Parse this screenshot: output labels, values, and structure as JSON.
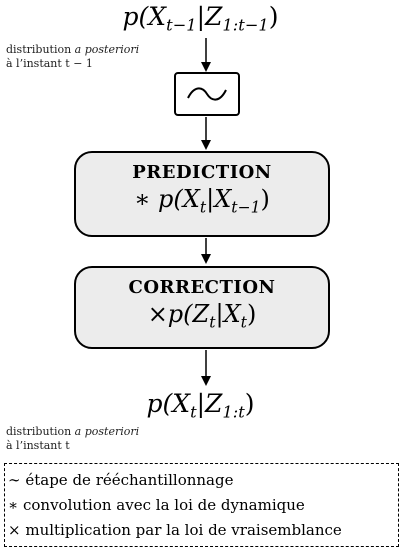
{
  "top_formula": {
    "prefix": "p(X",
    "sub1": "t−1",
    "mid": "|Z",
    "sub2": "1:t−1",
    "suffix": ")"
  },
  "top_note": {
    "line1_a": "distribution ",
    "line1_b": "a posteriori",
    "line2": "à l’instant t − 1"
  },
  "resampling_box": {
    "icon": "tilde-icon"
  },
  "prediction": {
    "title": "PREDICTION",
    "op": "∗ ",
    "f1": "p(X",
    "s1": "t",
    "f2": "|X",
    "s2": "t−1",
    "f3": ")"
  },
  "correction": {
    "title": "CORRECTION",
    "op": "×",
    "f1": "p(Z",
    "s1": "t",
    "f2": "|X",
    "s2": "t",
    "f3": ")"
  },
  "bottom_formula": {
    "prefix": "p(X",
    "sub1": "t",
    "mid": "|Z",
    "sub2": "1:t",
    "suffix": ")"
  },
  "bottom_note": {
    "line1_a": "distribution ",
    "line1_b": "a posteriori",
    "line2": "à l’instant t"
  },
  "legend": [
    {
      "symbol": "∼",
      "text": " étape de rééchantillonnage"
    },
    {
      "symbol": "∗",
      "text": " convolution avec la loi de dynamique"
    },
    {
      "symbol": "×",
      "text": " multiplication par la loi de vraisemblance"
    }
  ]
}
